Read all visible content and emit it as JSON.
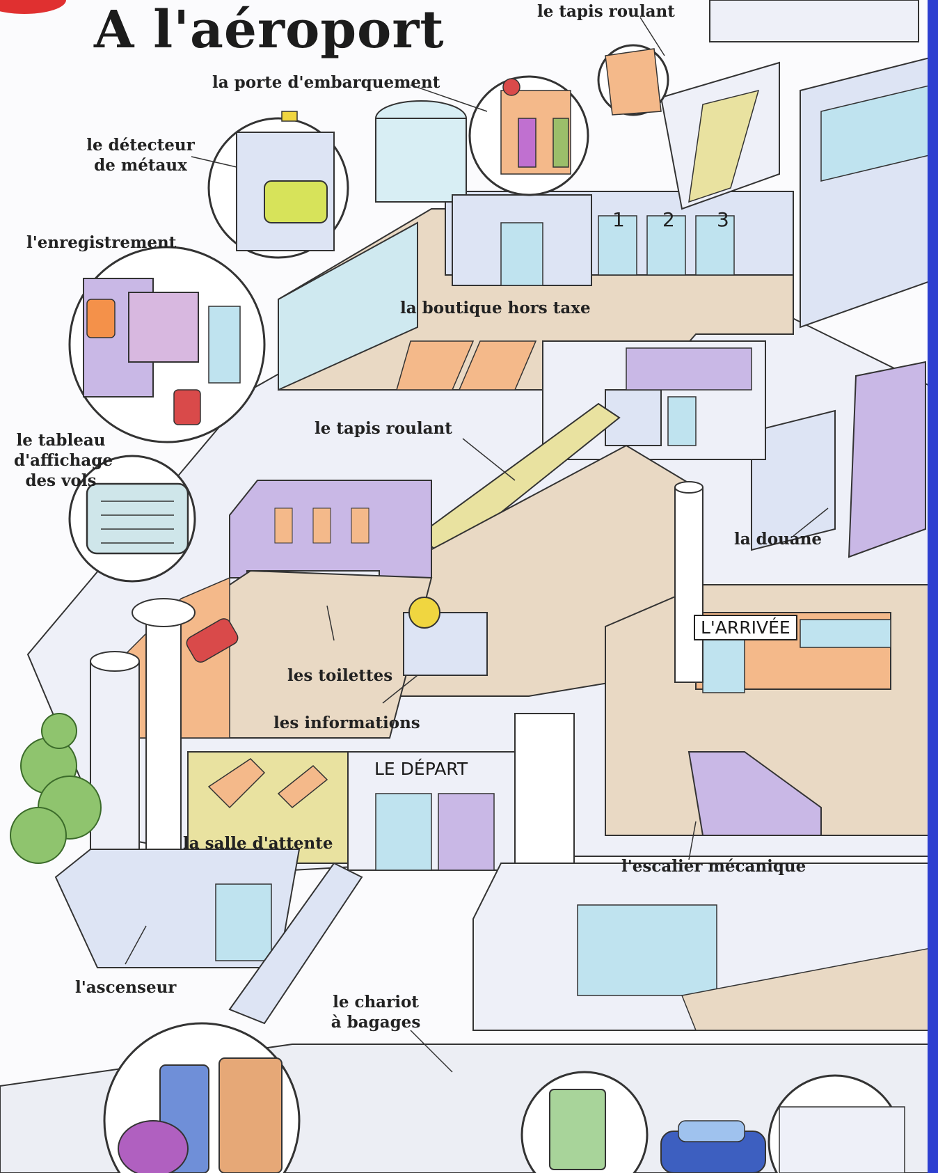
{
  "title": "A l'aéroport",
  "labels": {
    "baggage_carousel_top": "le tapis roulant",
    "boarding_gate": "la porte d'embarquement",
    "metal_detector": [
      "le détecteur",
      "de métaux"
    ],
    "checkin": "l'enregistrement",
    "duty_free": "la boutique hors taxe",
    "flight_board": [
      "le tableau",
      "d'affichage",
      "des vols"
    ],
    "moving_walkway": "le tapis roulant",
    "customs": "la douane",
    "toilets": "les toilettes",
    "information": "les informations",
    "waiting_room": "la salle d'attente",
    "escalator": "l'escalier mécanique",
    "elevator": "l'ascenseur",
    "luggage_cart": [
      "le chariot",
      "à bagages"
    ]
  },
  "signs": {
    "arrival": "L'ARRIVÉE",
    "departure": "LE DÉPART",
    "gate_numbers": [
      "1",
      "2",
      "3"
    ]
  },
  "colors": {
    "floor": "#e9d9c4",
    "wall": "#dde4f4",
    "glass": "#bfe3ef",
    "lavender": "#c9b8e6",
    "peach": "#f4b98a",
    "tree": "#8fc46e"
  }
}
